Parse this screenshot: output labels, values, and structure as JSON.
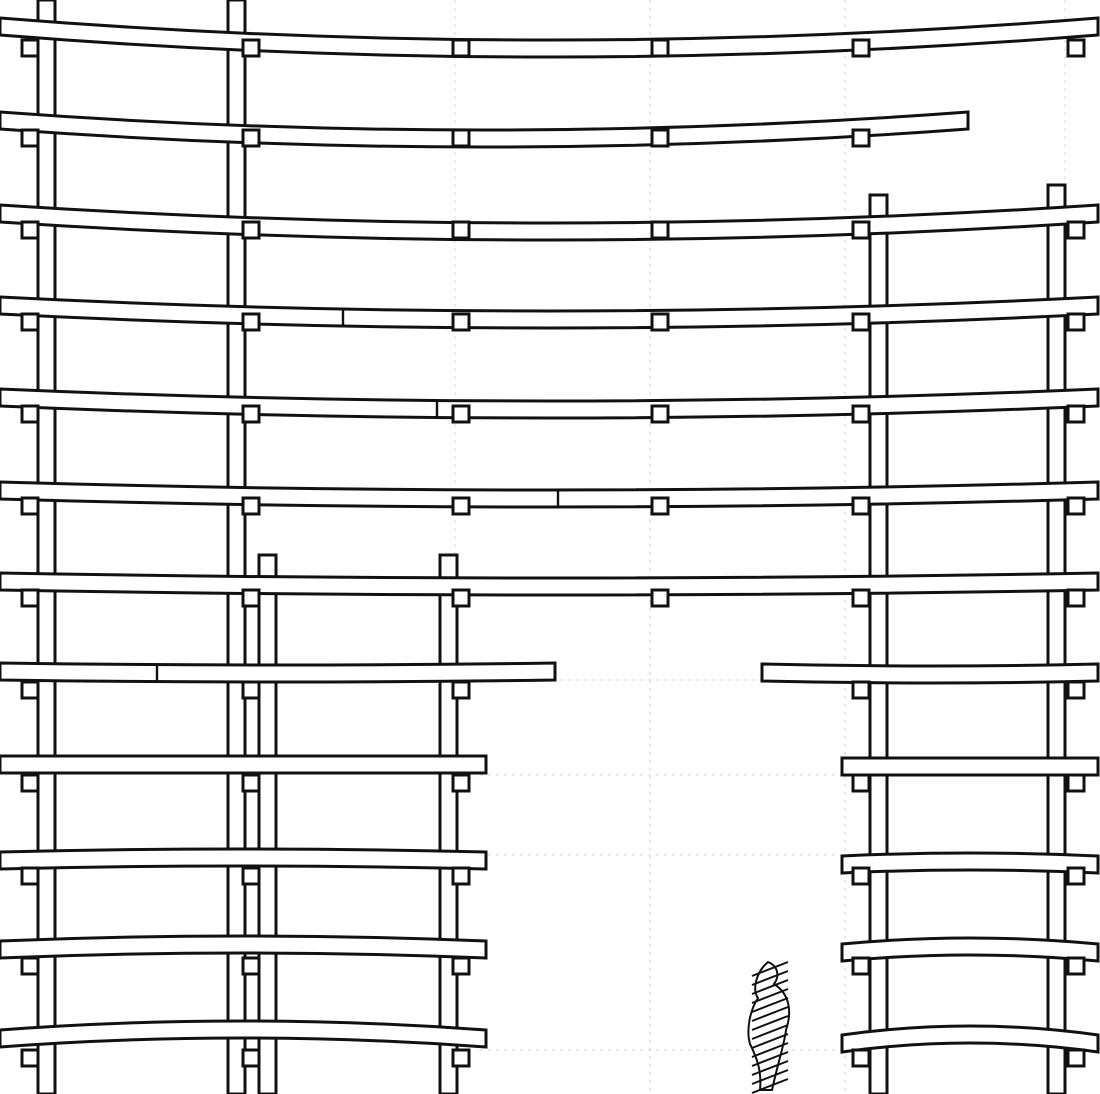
{
  "drawing": {
    "kind": "line-drawing",
    "subject": "timber-scaffold-elevation",
    "ink_color": "#111111",
    "paper_color": "#fefefe",
    "figure": "human-scale-figure"
  }
}
